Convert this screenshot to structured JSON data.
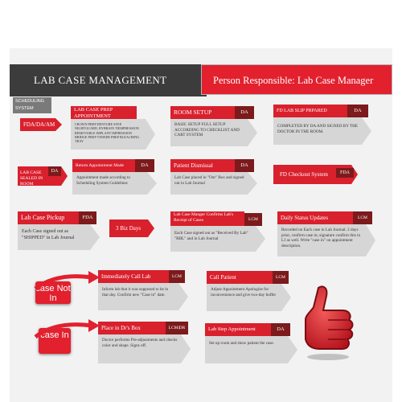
{
  "header": {
    "title": "LAB CASE MANAGEMENT",
    "responsible": "Person Responsible: Lab Case Manager",
    "scheduling_label": "SCHEDULING SYSTEM"
  },
  "tags": {
    "fda_da_am": "FDA/DA/AM",
    "three_biz_days": "3 Biz Days",
    "case_not_in": "case Not In",
    "case_in": "case In"
  },
  "boxes": {
    "lab_case_prep": {
      "title": "LAB CASE PREP APPOINTMENT",
      "body": "CROWN PREP DENTURE STEP, NIGHTGUARD, BYBRAIN TIEMPRESSION REMOVABLE IMPLANT IMPRESSION BRIDGE PREP VENEER PREP BLEACHING TRAY"
    },
    "room_setup": {
      "title": "ROOM SETUP",
      "role": "DA",
      "body": "BASIC SETUP FULL SETUP ACCORDING TO CHECKLIST AND CART SYSTEM"
    },
    "fd_lab_slip": {
      "title": "FD LAB SLIP PRPARED",
      "role": "DA",
      "body": "COMPLETED BY DA AND SIGNED BY THE DOCTOR IN THE ROOM."
    },
    "lab_case_sealed": {
      "title": "LAB CASE SEALED IN ROOM",
      "role": "DA"
    },
    "return_appt": {
      "title": "Return Appointment  Made",
      "role": "DA",
      "body": "Appointment made according to Scheduling System Guidelines"
    },
    "patient_dismissal": {
      "title": "Patient Dismissal",
      "role": "DA",
      "body": "Lab Case placed in \"Out\" Box and signed out in Lab Journal"
    },
    "fd_checkout": {
      "title": "FD Checkout System",
      "role": "FDA"
    },
    "lab_case_pickup": {
      "title": "Lab Case Pickup",
      "role": "FDA",
      "body": "Each Case signed out as \"SHIPPED\" in Lab Journal"
    },
    "lcm_confirms": {
      "title": "Lab Case Manger Confirms Lab's Receipt of Cases",
      "role": "LCM",
      "body": "Each Case signed out as \"Received By Lab\" \"RBL\" and in Lab Journal"
    },
    "daily_status": {
      "title": "Daily Status Updates",
      "role": "LCM",
      "body": "Recorded on Each case in Lab Journal. 2 days prior, confirm case in; signature confirm this in LJ as well. Write \"case in\" on appointment description."
    },
    "immediately_call": {
      "title": "Immediately Call Lab",
      "role": "LCM",
      "body": "Inform lab that it was supposed to be in that day. Confirm new \"Case in\" date."
    },
    "call_patient": {
      "title": "Call Patient",
      "role": "LCM",
      "body": "Adjust Appointment Apologize for inconvenience and give two-day buffer"
    },
    "place_drs_box": {
      "title": "Place in Dr's Box",
      "role": "LCM|DR",
      "body": "Doctor performs Pre-adjustments and checks color and shape. Signs off."
    },
    "lab_step_appt": {
      "title": "Lab Step Appointment",
      "role": "DA",
      "body": "Set up room and show patient the case."
    }
  },
  "colors": {
    "accent": "#d9202d",
    "dark": "#3c3c3c",
    "role_bg": "#7c1a1c",
    "body_bg": "#d6d6d6"
  },
  "icons": [
    "thumbs-up-icon",
    "curved-arrow-icon"
  ]
}
